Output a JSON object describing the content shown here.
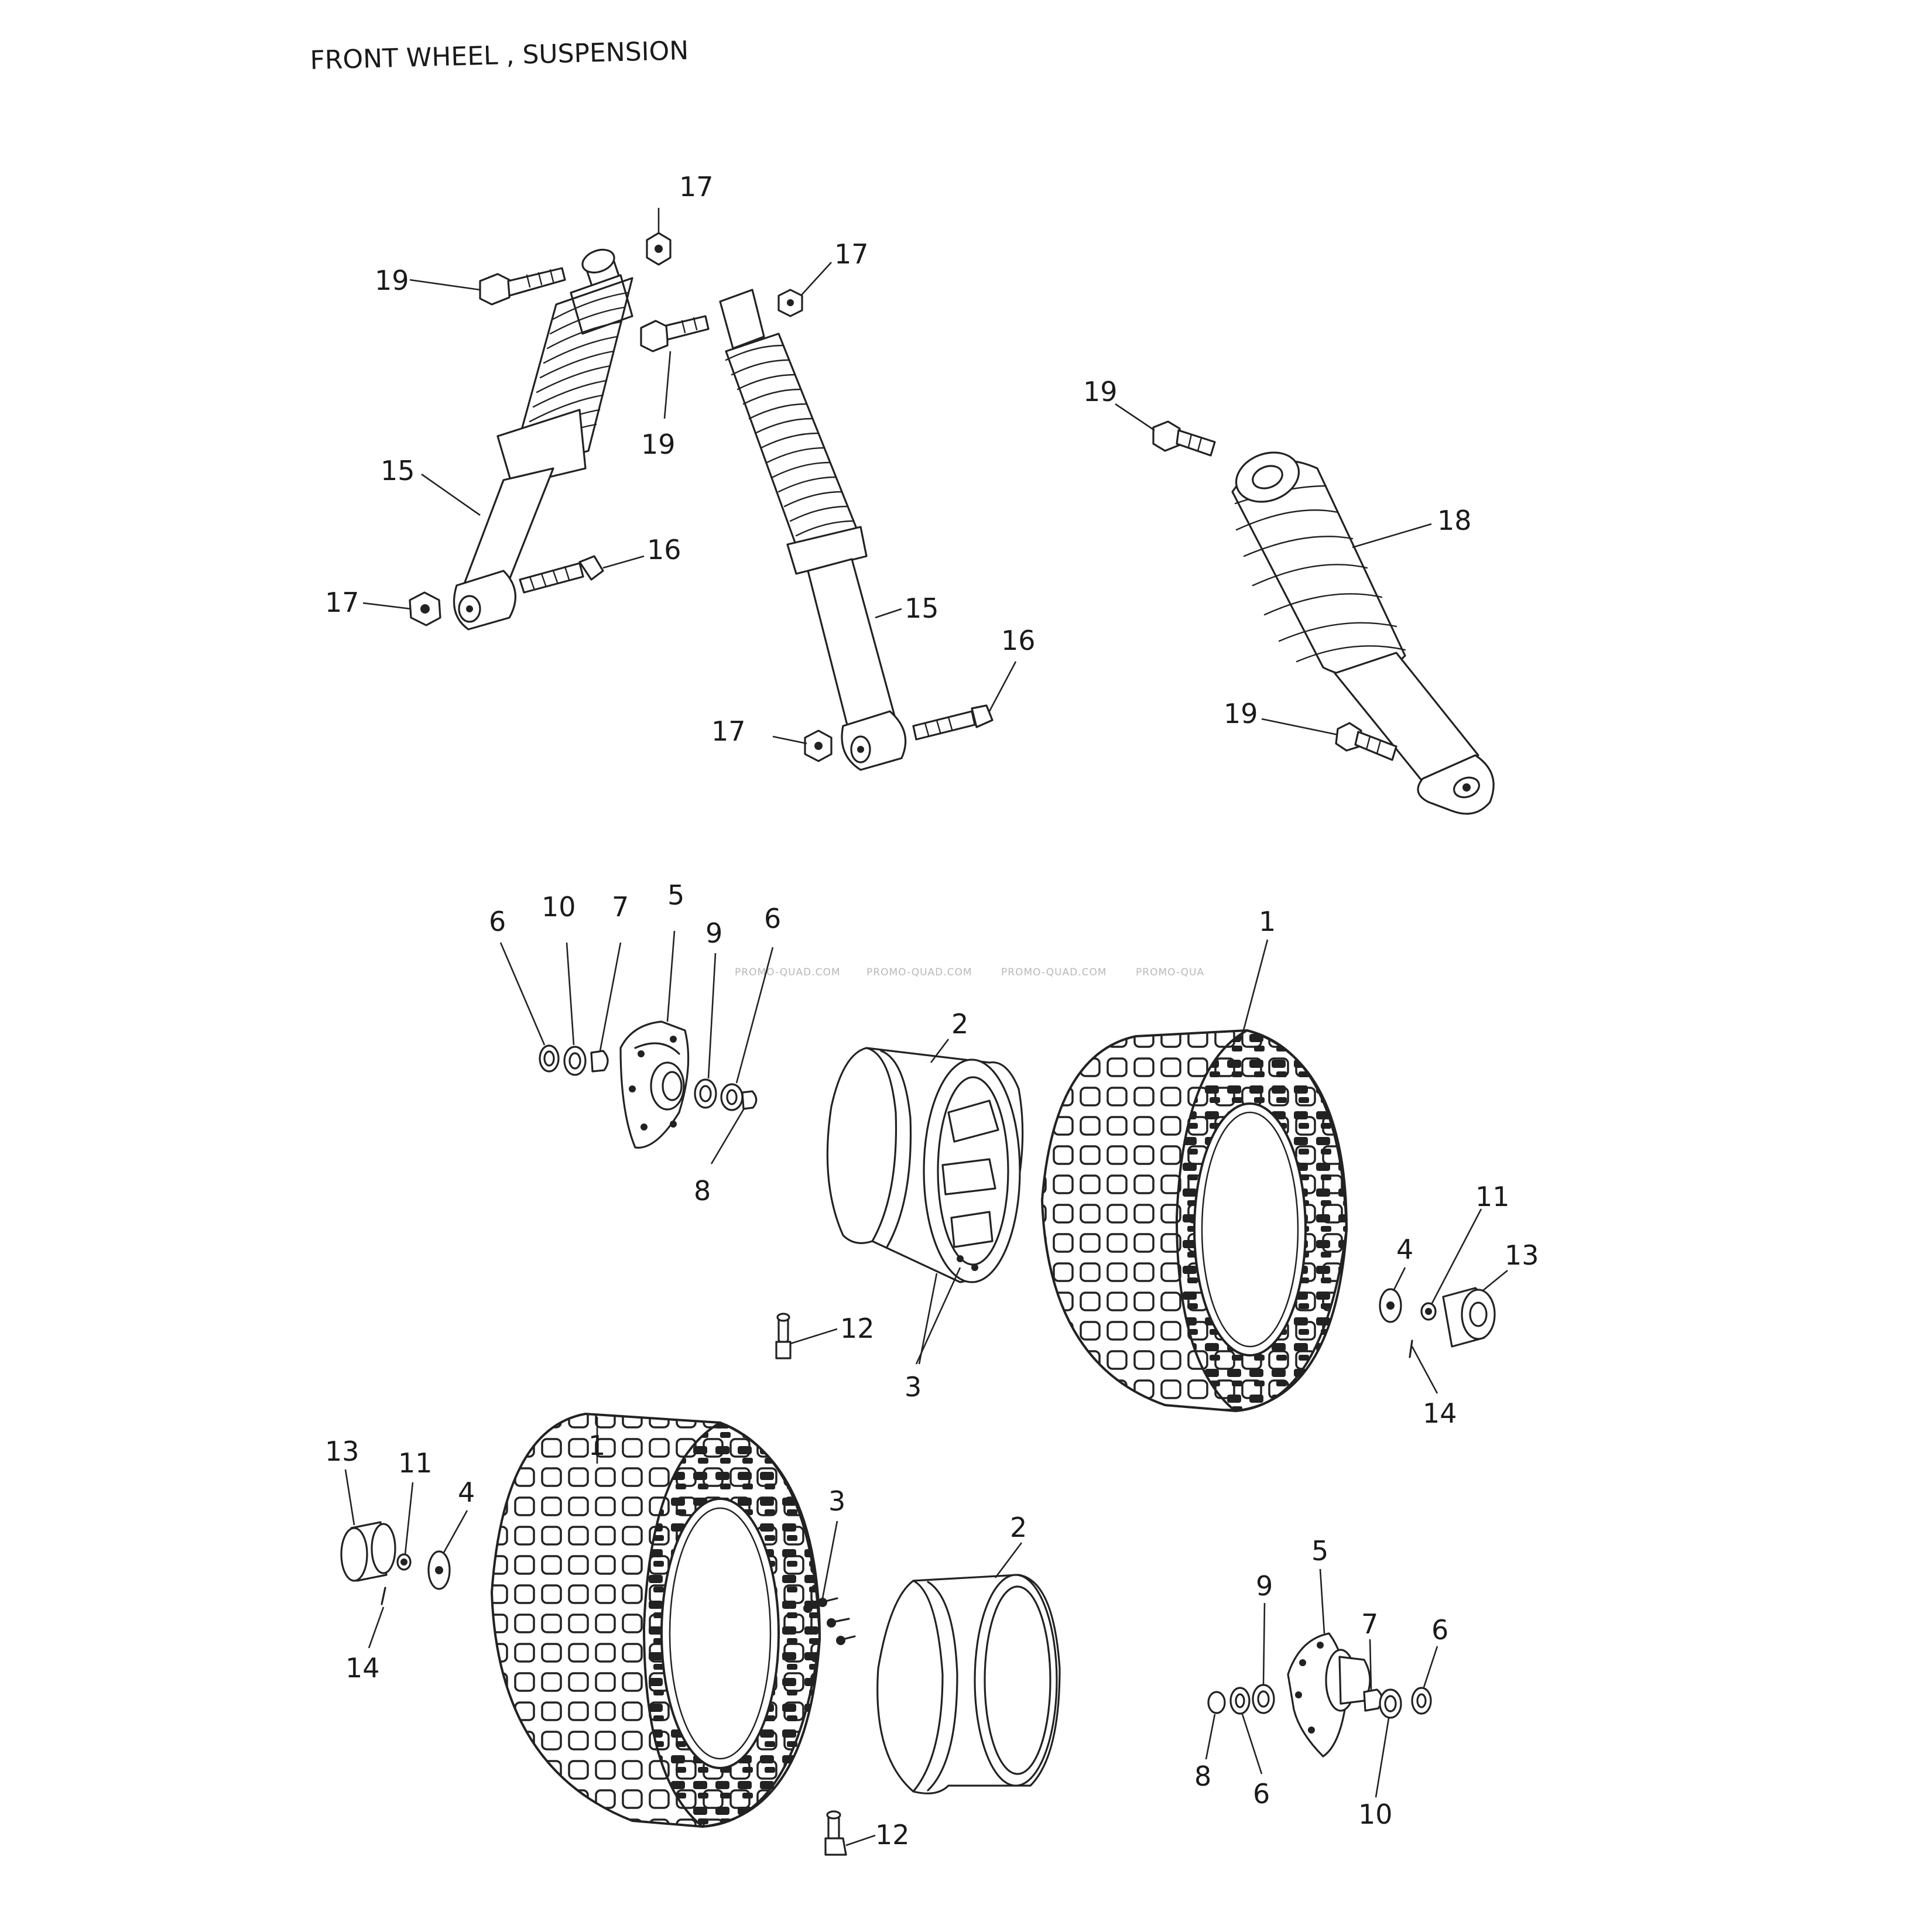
{
  "title": "FRONT WHEEL , SUSPENSION",
  "watermarks": [
    "PROMO-QUAD.COM",
    "PROMO-QUAD.COM",
    "PROMO-QUAD.COM",
    "PROMO-QUA"
  ],
  "callouts": {
    "shock_left_top_nut": "17",
    "shock_left_top_bolt": "19",
    "shock_left_body": "15",
    "shock_left_bottom_bolt": "16",
    "shock_left_bottom_nut": "17",
    "shock_mid_top_nut": "17",
    "shock_mid_top_bolt": "19",
    "shock_mid_body": "15",
    "shock_mid_bottom_bolt": "16",
    "shock_mid_bottom_nut": "17",
    "shock_right_top_bolt": "19",
    "shock_right_body": "18",
    "shock_right_bottom_bolt": "19",
    "hub_upper_seal_outer": "6",
    "hub_upper_bearing_a": "10",
    "hub_upper_spacer": "7",
    "hub_upper_hub": "5",
    "hub_upper_bearing_b": "9",
    "hub_upper_seal_inner": "6",
    "hub_upper_collar": "8",
    "rim_upper": "2",
    "rim_upper_bolts": "3",
    "valve_upper": "12",
    "tire_upper": "1",
    "washer_upper": "4",
    "nut_upper": "11",
    "cap_upper": "13",
    "pin_upper": "14",
    "tire_lower": "1",
    "cap_lower": "13",
    "nut_lower": "11",
    "washer_lower": "4",
    "pin_lower": "14",
    "rim_lower_bolts": "3",
    "rim_lower": "2",
    "valve_lower": "12",
    "hub_lower_bearing_b": "9",
    "hub_lower_hub": "5",
    "hub_lower_spacer": "7",
    "hub_lower_seal_outer": "6",
    "hub_lower_collar": "8",
    "hub_lower_seal_inner": "6",
    "hub_lower_bearing_a": "10"
  }
}
